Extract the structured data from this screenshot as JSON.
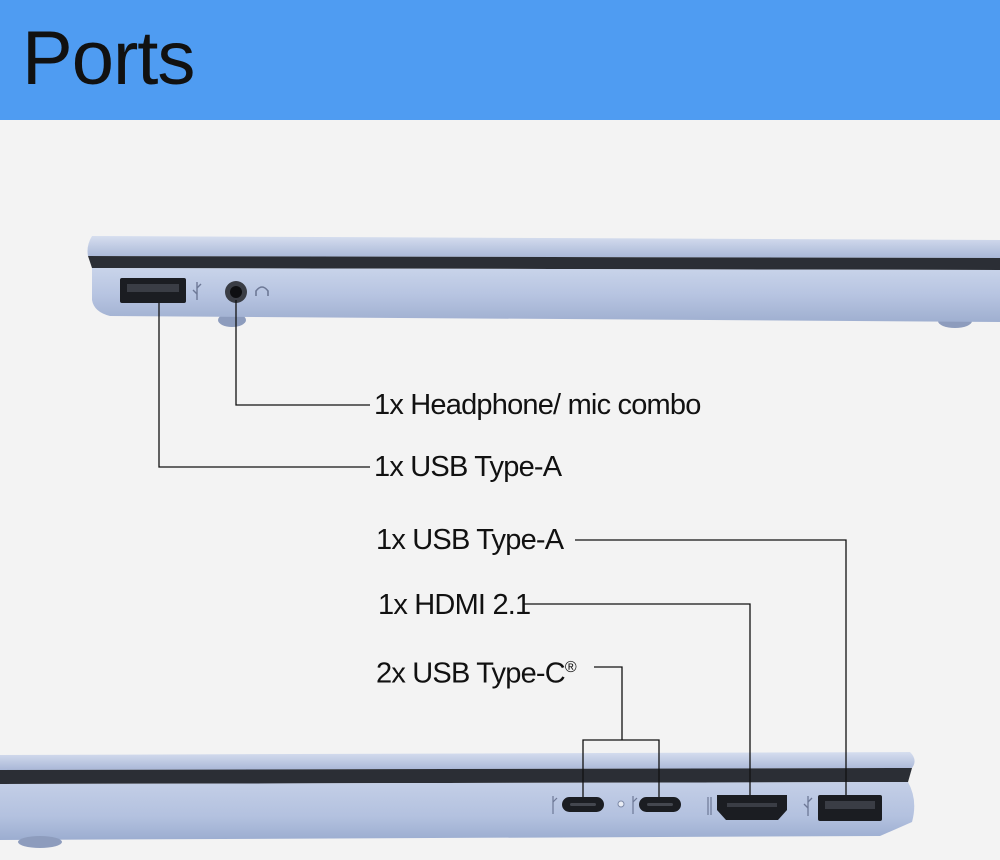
{
  "header": {
    "title": "Ports",
    "background": "#4f9cf2"
  },
  "laptop_color": "#b9c6e3",
  "left_side": {
    "callouts": [
      {
        "label": "1x Headphone/ mic combo",
        "port": "headphone-jack"
      },
      {
        "label": "1x USB Type-A",
        "port": "usb-a"
      }
    ]
  },
  "right_side": {
    "callouts": [
      {
        "label": "1x USB Type-A",
        "port": "usb-a"
      },
      {
        "label": "1x HDMI 2.1",
        "port": "hdmi"
      },
      {
        "label": "2x USB Type-C",
        "mark": "®",
        "port": "usb-c"
      }
    ]
  }
}
